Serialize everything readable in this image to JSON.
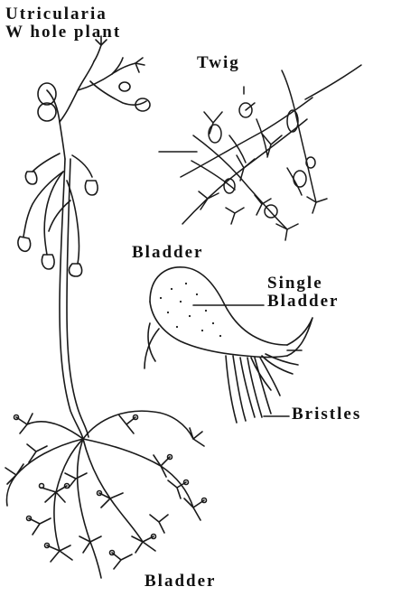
{
  "labels": {
    "title_line1": "Utricularia",
    "title_line2": "W hole plant",
    "twig": "Twig",
    "bladder_mid": "Bladder",
    "single_line1": "Single",
    "single_line2": "Bladder",
    "bristles": "Bristles",
    "bladder_bottom": "Bladder"
  },
  "colors": {
    "ink": "#111111",
    "background": "#ffffff"
  }
}
